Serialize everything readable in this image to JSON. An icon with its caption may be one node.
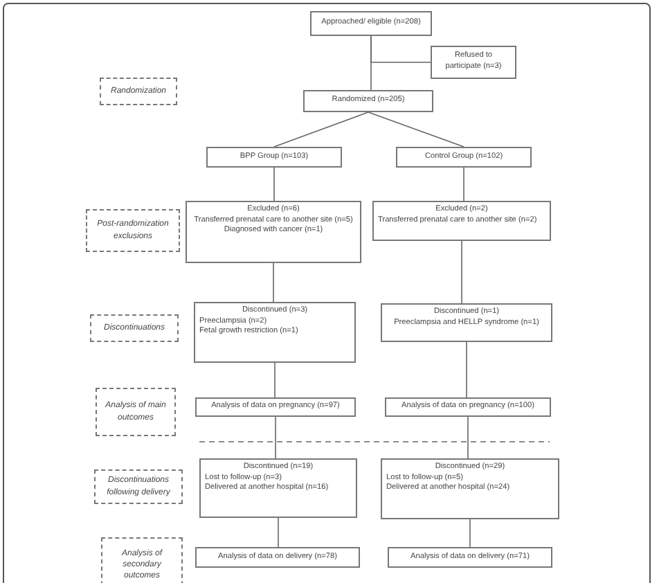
{
  "diagram": {
    "nodes": [
      {
        "text": [
          "Approached/ eligible (n=208)"
        ]
      },
      {
        "text": [
          "Refused to participate (n=3)"
        ]
      },
      {
        "text": [
          "Randomization"
        ]
      },
      {
        "text": [
          "Randomized (n=205)"
        ]
      },
      {
        "text": [
          "BPP Group (n=103)"
        ]
      },
      {
        "text": [
          "Control Group (n=102)"
        ]
      },
      {
        "text": [
          "Post-randomization exclusions"
        ]
      },
      {
        "text": [
          "Excluded (n=6)",
          "Transferred prenatal care to another site (n=5)",
          "Diagnosed with cancer (n=1)"
        ]
      },
      {
        "text": [
          "Excluded (n=2)",
          "Transferred prenatal care to another site (n=2)"
        ]
      },
      {
        "text": [
          "Discontinuations"
        ]
      },
      {
        "text": [
          "Discontinued (n=3)",
          "Preeclampsia (n=2)",
          "Fetal growth restriction (n=1)"
        ]
      },
      {
        "text": [
          "Discontinued (n=1)",
          "Preeclampsia and HELLP syndrome (n=1)"
        ]
      },
      {
        "text": [
          "Analysis of main outcomes"
        ]
      },
      {
        "text": [
          "Analysis of data on pregnancy (n=97)"
        ]
      },
      {
        "text": [
          "Analysis of data on pregnancy (n=100)"
        ]
      },
      {
        "text": [
          "Discontinuations following delivery"
        ]
      },
      {
        "text": [
          "Discontinued (n=19)",
          "Lost to follow-up (n=3)",
          "Delivered at another hospital (n=16)"
        ]
      },
      {
        "text": [
          "Discontinued (n=29)",
          "Lost to follow-up (n=5)",
          "Delivered at another hospital (n=24)"
        ]
      },
      {
        "text": [
          "Analysis of secondary outcomes"
        ]
      },
      {
        "text": [
          "Analysis of data on delivery (n=78)"
        ]
      },
      {
        "text": [
          "Analysis of data on delivery (n=71)"
        ]
      }
    ],
    "edges": [
      {
        "from": 0,
        "to": 1,
        "arrow": "none"
      },
      {
        "from": 0,
        "to": 3,
        "arrow": "none"
      },
      {
        "from": 3,
        "to": 4,
        "arrow": "none"
      },
      {
        "from": 3,
        "to": 5,
        "arrow": "none"
      },
      {
        "from": 4,
        "to": 7,
        "arrow": "none"
      },
      {
        "from": 5,
        "to": 8,
        "arrow": "none"
      },
      {
        "from": 7,
        "to": 10,
        "arrow": "none"
      },
      {
        "from": 8,
        "to": 11,
        "arrow": "none"
      },
      {
        "from": 10,
        "to": 13,
        "arrow": "none"
      },
      {
        "from": 11,
        "to": 14,
        "arrow": "none"
      },
      {
        "from": 13,
        "to": 16,
        "arrow": "none"
      },
      {
        "from": 14,
        "to": 17,
        "arrow": "none"
      },
      {
        "from": 16,
        "to": 19,
        "arrow": "none"
      },
      {
        "from": 17,
        "to": 20,
        "arrow": "none"
      }
    ]
  }
}
